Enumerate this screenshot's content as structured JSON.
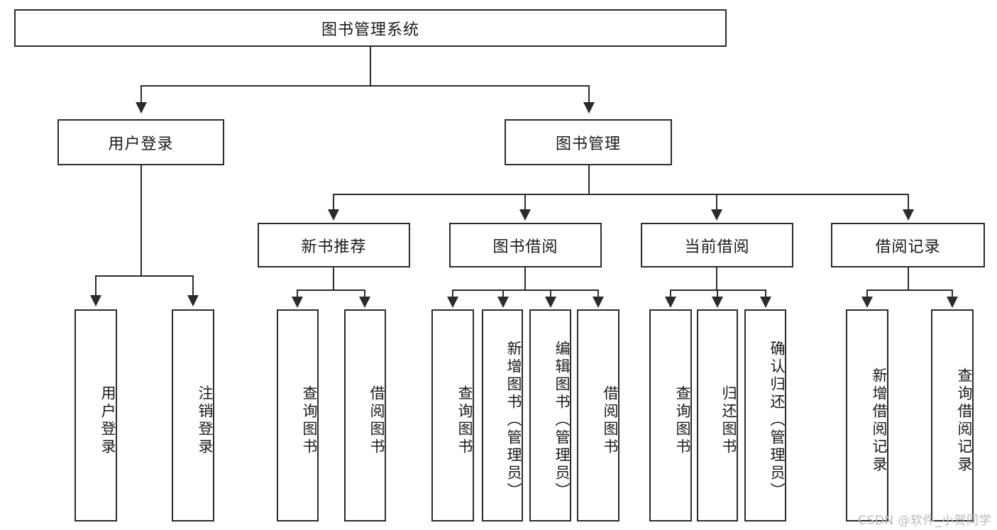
{
  "diagram": {
    "type": "tree-hierarchy",
    "title": "图书管理系统",
    "root": {
      "label": "图书管理系统"
    },
    "level1": [
      {
        "label": "用户登录"
      },
      {
        "label": "图书管理"
      }
    ],
    "level2": [
      {
        "label": "新书推荐"
      },
      {
        "label": "图书借阅"
      },
      {
        "label": "当前借阅"
      },
      {
        "label": "借阅记录"
      }
    ],
    "leaves": {
      "user_login": [
        {
          "label": "用户登录"
        },
        {
          "label": "注销登录"
        }
      ],
      "new_book_recommend": [
        {
          "label": "查询图书"
        },
        {
          "label": "借阅图书"
        }
      ],
      "book_borrow": [
        {
          "label": "查询图书"
        },
        {
          "label": "新增图书（管理员）"
        },
        {
          "label": "编辑图书（管理员）"
        },
        {
          "label": "借阅图书"
        }
      ],
      "current_borrow": [
        {
          "label": "查询图书"
        },
        {
          "label": "归还图书"
        },
        {
          "label": "确认归还（管理员）"
        }
      ],
      "borrow_record": [
        {
          "label": "新增借阅记录"
        },
        {
          "label": "查询借阅记录"
        }
      ]
    }
  },
  "watermark": {
    "text": "CSDN @软件_小贺同学"
  },
  "colors": {
    "line": "#2b2b2b",
    "text": "#1a1a1a",
    "background": "#ffffff",
    "watermark": "#b9b9b9"
  }
}
